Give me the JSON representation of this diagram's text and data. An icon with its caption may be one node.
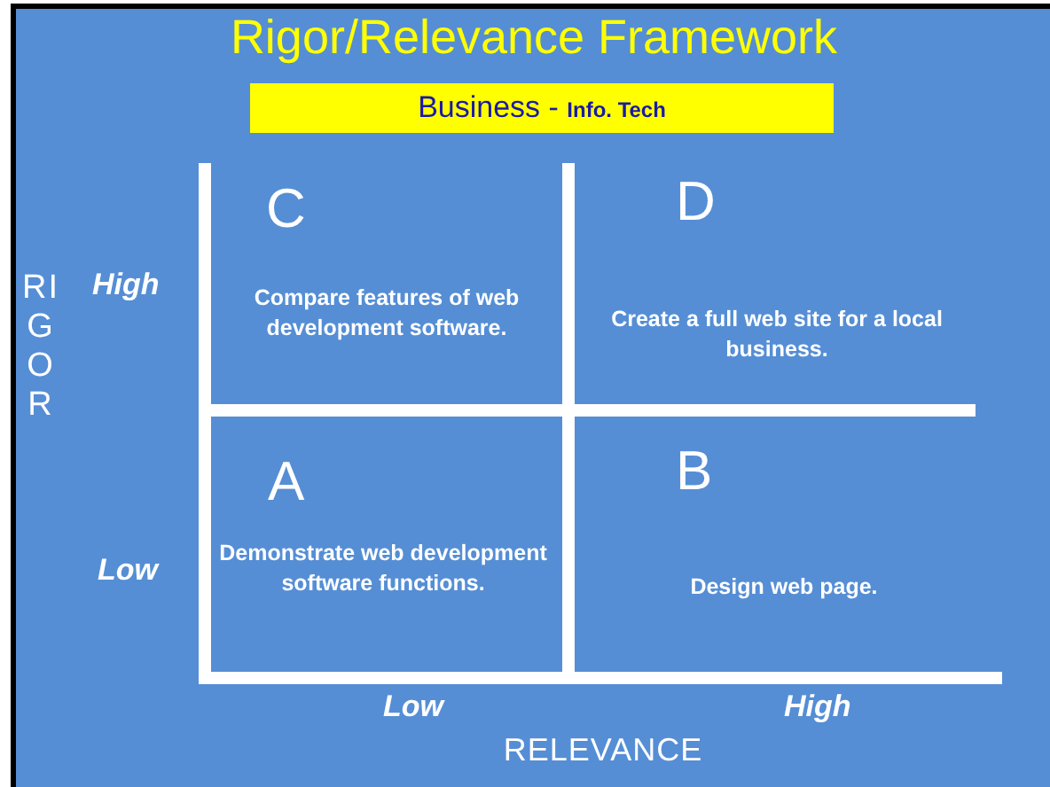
{
  "diagram": {
    "title": "Rigor/Relevance Framework",
    "nodes": [
      {
        "text": [
          "Business - **Info. Tech**"
        ]
      },
      {
        "text": [
          "C",
          "Compare features of web development software."
        ]
      },
      {
        "text": [
          "D",
          "Create a full web site for a local business."
        ]
      },
      {
        "text": [
          "A",
          "Demonstrate web development software functions."
        ]
      },
      {
        "text": [
          "B",
          "Design web page."
        ]
      }
    ],
    "labels": [
      "RIGOR",
      "High",
      "Low",
      "Low",
      "High",
      "RELEVANCE"
    ]
  }
}
